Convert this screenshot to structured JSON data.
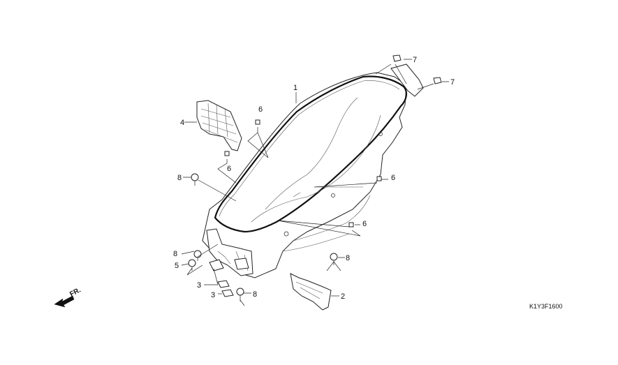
{
  "diagram": {
    "drawing_code": "K1Y3F1600",
    "direction_label": "FR.",
    "callouts": {
      "c1": "1",
      "c2": "2",
      "c3a": "3",
      "c3b": "3",
      "c4": "4",
      "c5": "5",
      "c6a": "6",
      "c6b": "6",
      "c6c": "6",
      "c6d": "6",
      "c7a": "7",
      "c7b": "7",
      "c8a": "8",
      "c8b": "8",
      "c8c": "8",
      "c8d": "8"
    }
  }
}
